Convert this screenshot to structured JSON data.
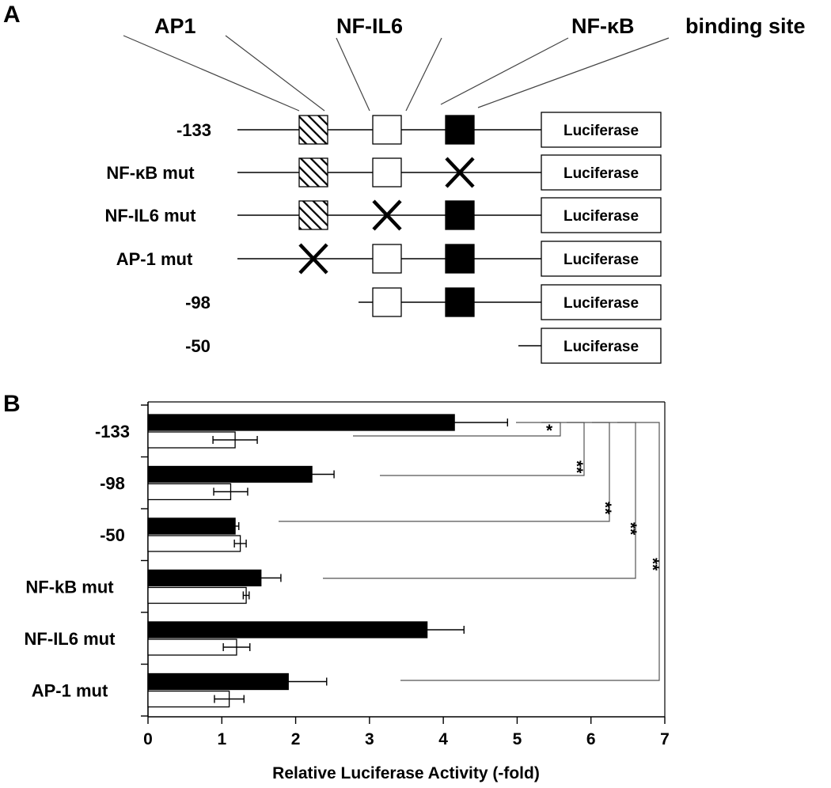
{
  "panel_a": {
    "letter": "A",
    "site_labels": {
      "ap1": "AP1",
      "nfil6": "NF-IL6",
      "nfkb": "NF-κB",
      "binding_site": "binding site"
    },
    "reporter_label": "Luciferase",
    "constructs": [
      {
        "label": "-133",
        "ap1": "present",
        "nfil6": "present",
        "nfkb": "present"
      },
      {
        "label": "NF-κB mut",
        "ap1": "present",
        "nfil6": "present",
        "nfkb": "mutated"
      },
      {
        "label": "NF-IL6 mut",
        "ap1": "present",
        "nfil6": "mutated",
        "nfkb": "present"
      },
      {
        "label": "AP-1 mut",
        "ap1": "mutated",
        "nfil6": "present",
        "nfkb": "present"
      },
      {
        "label": "-98",
        "ap1": "absent",
        "nfil6": "present",
        "nfkb": "present"
      },
      {
        "label": "-50",
        "ap1": "absent",
        "nfil6": "absent",
        "nfkb": "absent"
      }
    ]
  },
  "panel_b": {
    "letter": "B"
  },
  "chart_data": {
    "type": "bar",
    "orientation": "horizontal",
    "categories": [
      "-133",
      "-98",
      "-50",
      "NF-kB mut",
      "NF-IL6 mut",
      "AP-1 mut"
    ],
    "series": [
      {
        "fill": "#000000",
        "values": [
          4.15,
          2.22,
          1.18,
          1.53,
          3.78,
          1.9
        ],
        "errors": [
          0.72,
          0.3,
          0.05,
          0.27,
          0.5,
          0.52
        ]
      },
      {
        "fill": "#ffffff",
        "values": [
          1.18,
          1.12,
          1.25,
          1.33,
          1.2,
          1.1
        ],
        "errors": [
          0.3,
          0.23,
          0.08,
          0.04,
          0.18,
          0.2
        ]
      }
    ],
    "xlabel": "Relative Luciferase Activity (-fold)",
    "xlim": [
      0,
      7
    ],
    "xticks": [
      0,
      1,
      2,
      3,
      4,
      5,
      6,
      7
    ],
    "grid": false,
    "significance": [
      {
        "from": "-133",
        "to": "-133",
        "label": "*"
      },
      {
        "from": "-133",
        "to": "-98",
        "label": "**"
      },
      {
        "from": "-133",
        "to": "-50",
        "label": "**"
      },
      {
        "from": "-133",
        "to": "NF-kB mut",
        "label": "**"
      },
      {
        "from": "-133",
        "to": "AP-1 mut",
        "label": "**"
      }
    ]
  }
}
